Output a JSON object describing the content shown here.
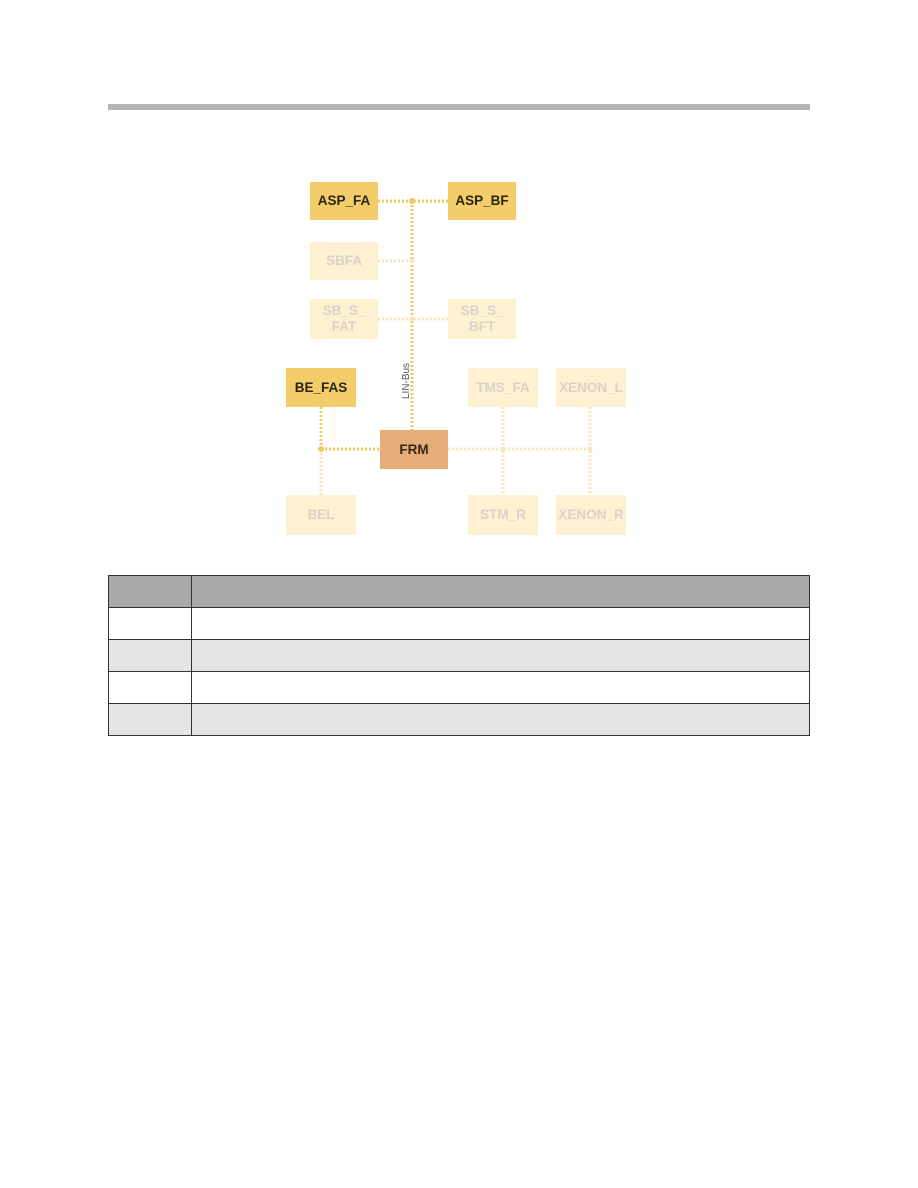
{
  "diagram": {
    "bus_label": "LIN-Bus",
    "nodes": {
      "asp_fa": "ASP_FA",
      "asp_bf": "ASP_BF",
      "sbfa": "SBFA",
      "sb_s_fat": "SB_S_\nFAT",
      "sb_s_bft": "SB_S_\nBFT",
      "be_fas": "BE_FAS",
      "frm": "FRM",
      "tms_fa": "TMS_FA",
      "xenon_l": "XENON_L",
      "bel": "BEL",
      "stm_r": "STM_R",
      "xenon_r": "XENON_R"
    },
    "colors": {
      "active": "#f2cd6a",
      "faded": "#fdf1d2",
      "hub": "#e4ad7a",
      "active_line": "#f0c860",
      "faded_line": "#f8e6b8"
    }
  },
  "legend_table": {
    "header": [
      "",
      ""
    ],
    "rows": [
      [
        "",
        ""
      ],
      [
        "",
        ""
      ],
      [
        "",
        ""
      ],
      [
        "",
        ""
      ]
    ]
  }
}
